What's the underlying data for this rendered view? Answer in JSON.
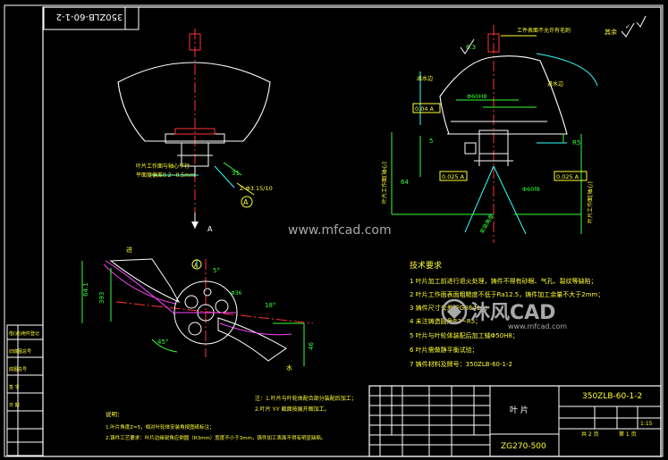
{
  "colors": {
    "background": "#000000",
    "outline": "#ffffff",
    "center_line": "#ff3333",
    "dimension": "#33ff33",
    "note": "#ffff33",
    "leader": "#33ffff",
    "section": "#ff44ff",
    "watermark": "#a8a8a8"
  },
  "title_block": {
    "drawing_number": "350ZLB-60-1-2",
    "part_name": "叶 片",
    "material": "ZG270-500",
    "scale": "1:15",
    "sheet_total": "共 2 页",
    "sheet_no": "第 1 页"
  },
  "top_left_stamp": "350ZLB-60-1-2",
  "section_label": "A",
  "views": {
    "front": {
      "annotation_lines": [
        "叶片工作面与轴心平行",
        "平面度偏差0.2~0.5mm"
      ],
      "symbol": "Z-Φ3.15/10",
      "dim_31": "31"
    },
    "side": {
      "roughness_note": "工件表面不允许有毛刺",
      "roughness_all": "其余",
      "label_in_water": "进水边",
      "label_out_water": "出水边",
      "dim_63": "6.3",
      "tol_box_1": "0.04 A",
      "tol_box_2": "0.025 A",
      "tol_box_3": "0.025 A",
      "dim_diameter_top": "Φ60H8",
      "dim_diameter_bottom": "Φ60f8",
      "dim_r": "R5",
      "dim_5": "5",
      "dim_64": "64",
      "vertical_label_left": "叶片工作面[轴心]",
      "vertical_label_right": "叶片工作面[轴心]",
      "angle_label": "安装角度"
    },
    "plan": {
      "label_in": "进",
      "label_out": "水",
      "dim_641": "64.1",
      "dim_393": "393",
      "dim_5": "5°",
      "dim_45": "45°",
      "dim_18": "18°",
      "dim_36": "Φ36",
      "dim_46": "46"
    }
  },
  "requirements": {
    "title": "技术要求",
    "items": [
      "1  叶片加工前进行退火处理，铸件不得有砂眼、气孔、裂纹等缺陷；",
      "2  叶片工作面表面粗糙度不低于Ra12.5，铸件加工余量不大于2mm；",
      "3  铸件尺寸公差按GB6414；",
      "4  未注铸造圆角R3~R5；",
      "5  叶片与叶轮体装配后加工轴Φ50H8；",
      "6  叶片需做静平衡试验；",
      "7  铸件材料及牌号：350ZLB-60-1-2"
    ]
  },
  "notes": {
    "heading": "说明：",
    "items": [
      "1.叶片角度Z=5，相对叶轮体安装角按图纸标注；",
      "2.铸件工艺要求：叶片边缘锐角应倒圆（R3mm）宽度不小于3mm，铸件加工表面不得有明显缺陷。"
    ],
    "note2_lines": [
      "注：1.叶片与叶轮体配合部分装配后加工；",
      "2.叶片 Y-Y 截面按展开图加工。"
    ]
  },
  "left_strip": [
    "借(通)用件登记",
    "旧底图总号",
    "底图总号",
    "签 字",
    "日 期"
  ],
  "watermark": {
    "logo_text": "沐风CAD",
    "url_main": "www.mfcad.com",
    "url_small": "www.mfcad.com"
  }
}
